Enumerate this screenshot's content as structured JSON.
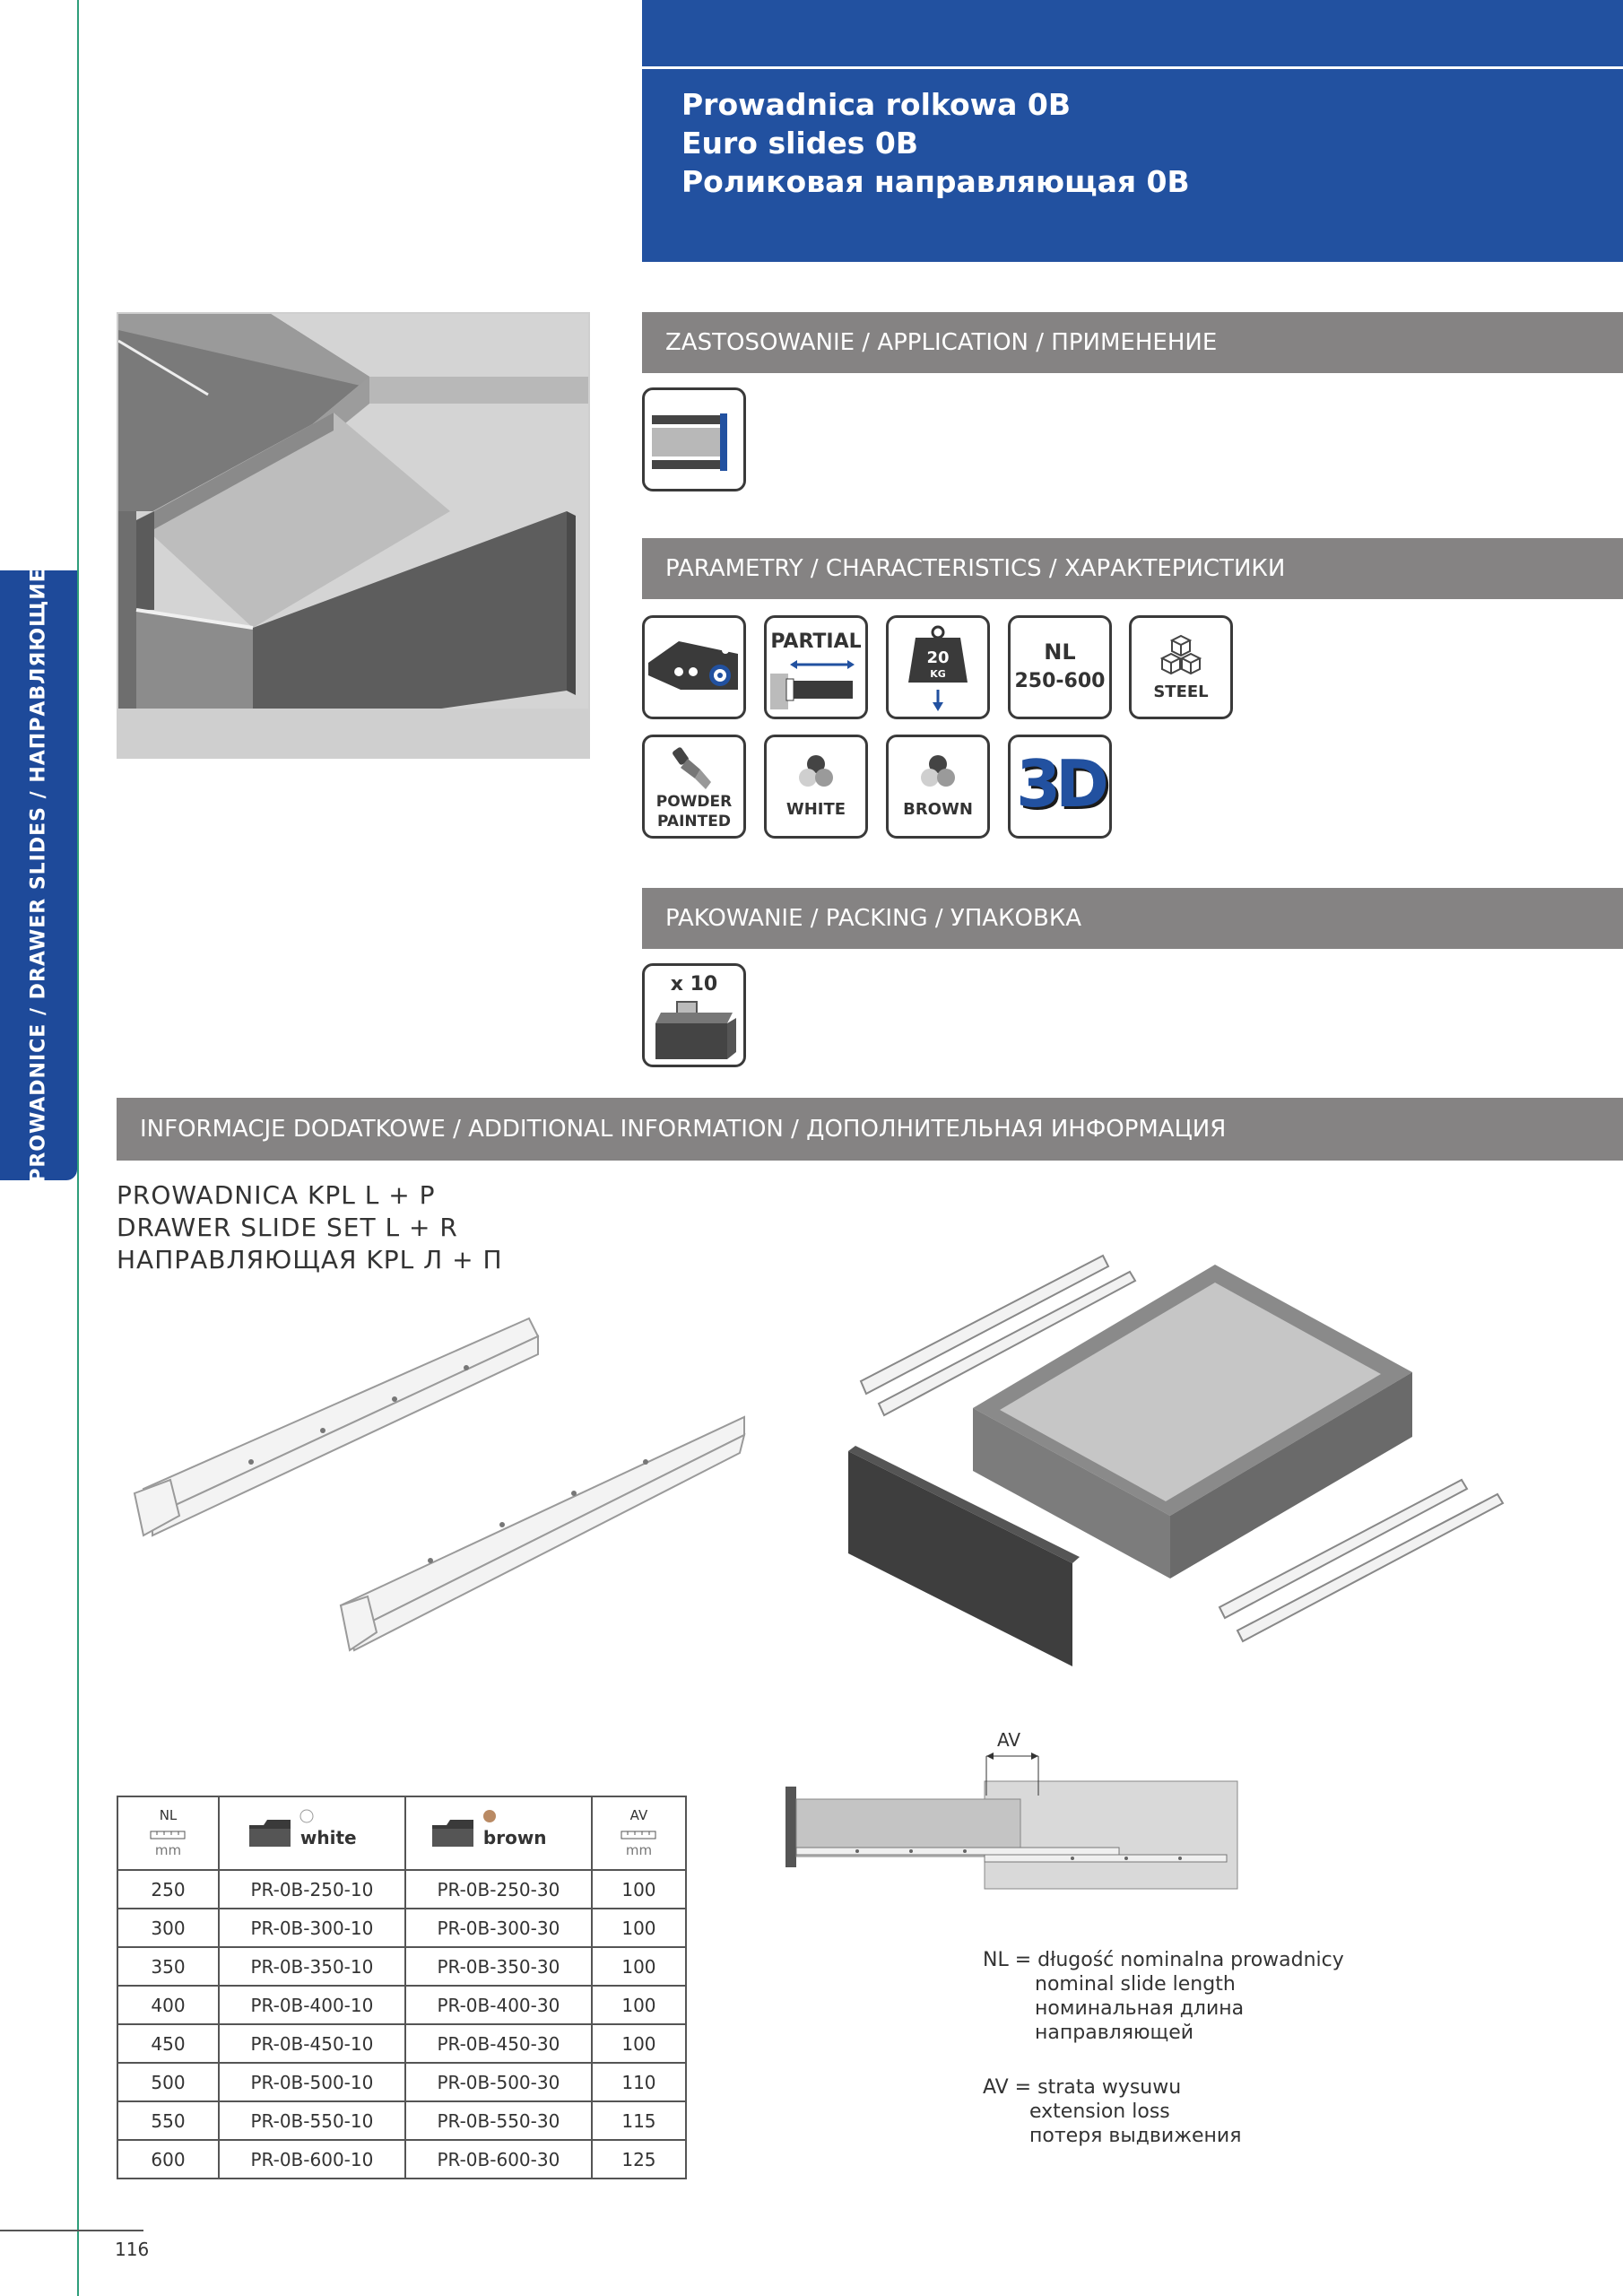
{
  "sidebar": {
    "label": "PROWADNICE / DRAWER SLIDES / НАПРАВЛЯЮЩИЕ"
  },
  "header": {
    "title_pl": "Prowadnica rolkowa 0B",
    "title_en": "Euro slides 0B",
    "title_ru": "Роликовая направляющая 0B"
  },
  "sections": {
    "application": "ZASTOSOWANIE / APPLICATION / ПРИМЕНЕНИЕ",
    "characteristics": "PARAMETRY / CHARACTERISTICS / ХАРАКТЕРИСТИКИ",
    "packing": "PAKOWANIE / PACKING / УПАКОВКА",
    "additional": "INFORMACJE DODATKOWE / ADDITIONAL INFORMATION / ДОПОЛНИТЕЛЬНАЯ ИНФОРМАЦИЯ"
  },
  "icons": {
    "partial": "PARTIAL",
    "load_value": "20",
    "load_unit": "KG",
    "nl_label": "NL",
    "nl_range": "250-600",
    "steel": "STEEL",
    "powder_line1": "POWDER",
    "powder_line2": "PAINTED",
    "white": "WHITE",
    "brown": "BROWN",
    "three_d": "3D",
    "pack_qty": "x 10"
  },
  "kit": {
    "line_pl": "PROWADNICA KPL L + P",
    "line_en": "DRAWER SLIDE SET L + R",
    "line_ru": "НАПРАВЛЯЮЩАЯ KPL Л + П"
  },
  "table": {
    "nl_header": "NL",
    "av_header": "AV",
    "unit": "mm",
    "white_label": "white",
    "brown_label": "brown",
    "rows": [
      {
        "nl": "250",
        "white": "PR-0B-250-10",
        "brown": "PR-0B-250-30",
        "av": "100"
      },
      {
        "nl": "300",
        "white": "PR-0B-300-10",
        "brown": "PR-0B-300-30",
        "av": "100"
      },
      {
        "nl": "350",
        "white": "PR-0B-350-10",
        "brown": "PR-0B-350-30",
        "av": "100"
      },
      {
        "nl": "400",
        "white": "PR-0B-400-10",
        "brown": "PR-0B-400-30",
        "av": "100"
      },
      {
        "nl": "450",
        "white": "PR-0B-450-10",
        "brown": "PR-0B-450-30",
        "av": "100"
      },
      {
        "nl": "500",
        "white": "PR-0B-500-10",
        "brown": "PR-0B-500-30",
        "av": "110"
      },
      {
        "nl": "550",
        "white": "PR-0B-550-10",
        "brown": "PR-0B-550-30",
        "av": "115"
      },
      {
        "nl": "600",
        "white": "PR-0B-600-10",
        "brown": "PR-0B-600-30",
        "av": "125"
      }
    ]
  },
  "diagram": {
    "av_label": "AV"
  },
  "legend": {
    "nl_line1": "NL = długość nominalna prowadnicy",
    "nl_line2": "nominal slide length",
    "nl_line3": "номинальная длина",
    "nl_line4": "направляющей",
    "av_line1": "AV = strata wysuwu",
    "av_line2": "extension loss",
    "av_line3": "потеря выдвижения"
  },
  "page_number": "116",
  "colors": {
    "header_blue": "#2251a0",
    "bar_gray": "#858383",
    "accent_green": "#2f9e7a",
    "brown_dot": "#b98a64"
  }
}
